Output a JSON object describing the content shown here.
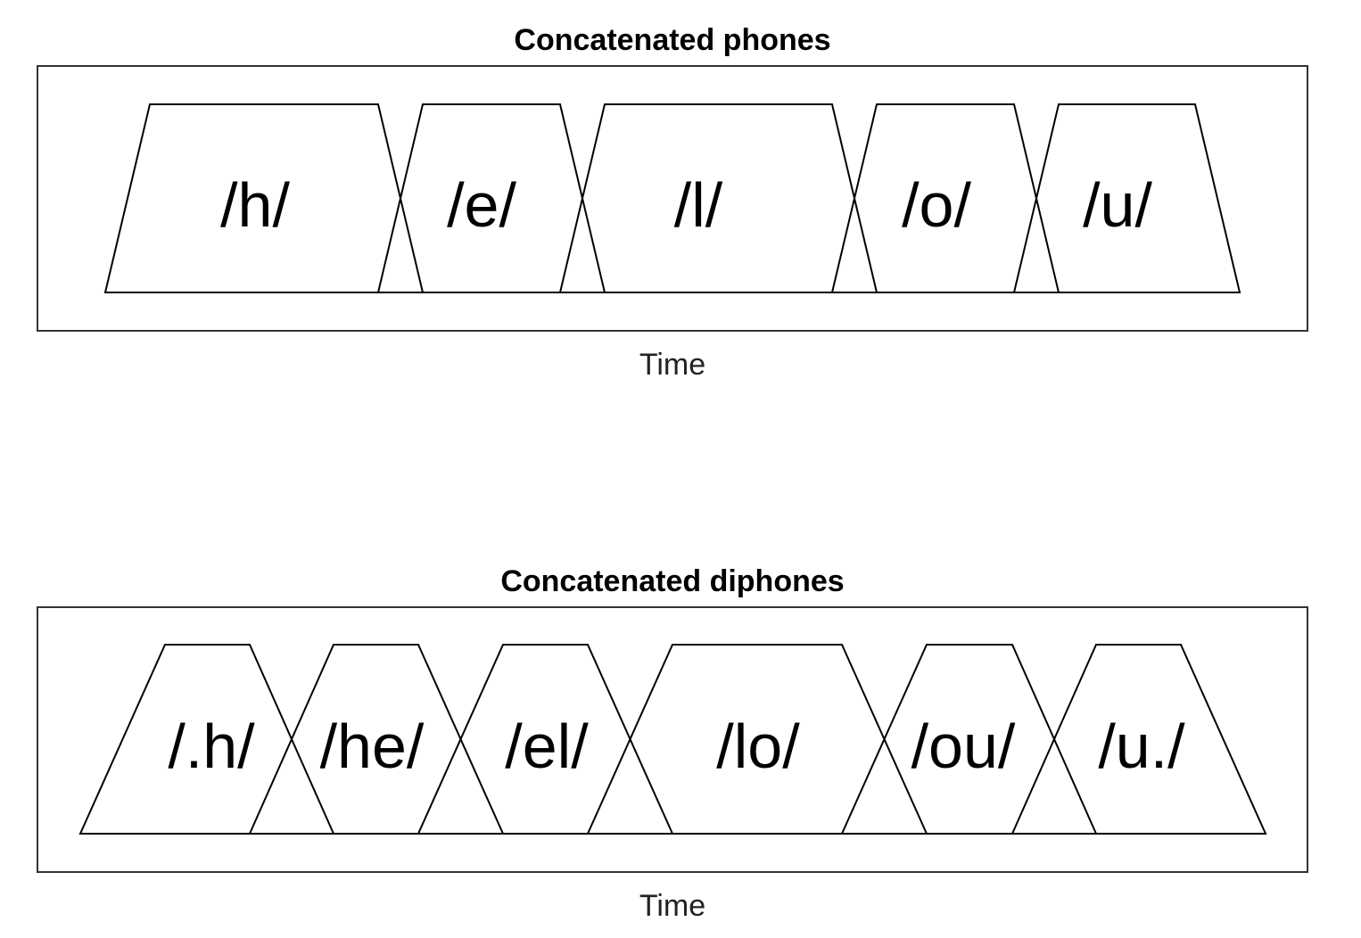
{
  "panels": [
    {
      "title": "Concatenated phones",
      "xlabel": "Time",
      "segments": [
        "/h/",
        "/e/",
        "/l/",
        "/o/",
        "/u/"
      ]
    },
    {
      "title": "Concatenated diphones",
      "xlabel": "Time",
      "segments": [
        "/.h/",
        "/he/",
        "/el/",
        "/lo/",
        "/ou/",
        "/u./"
      ]
    }
  ]
}
